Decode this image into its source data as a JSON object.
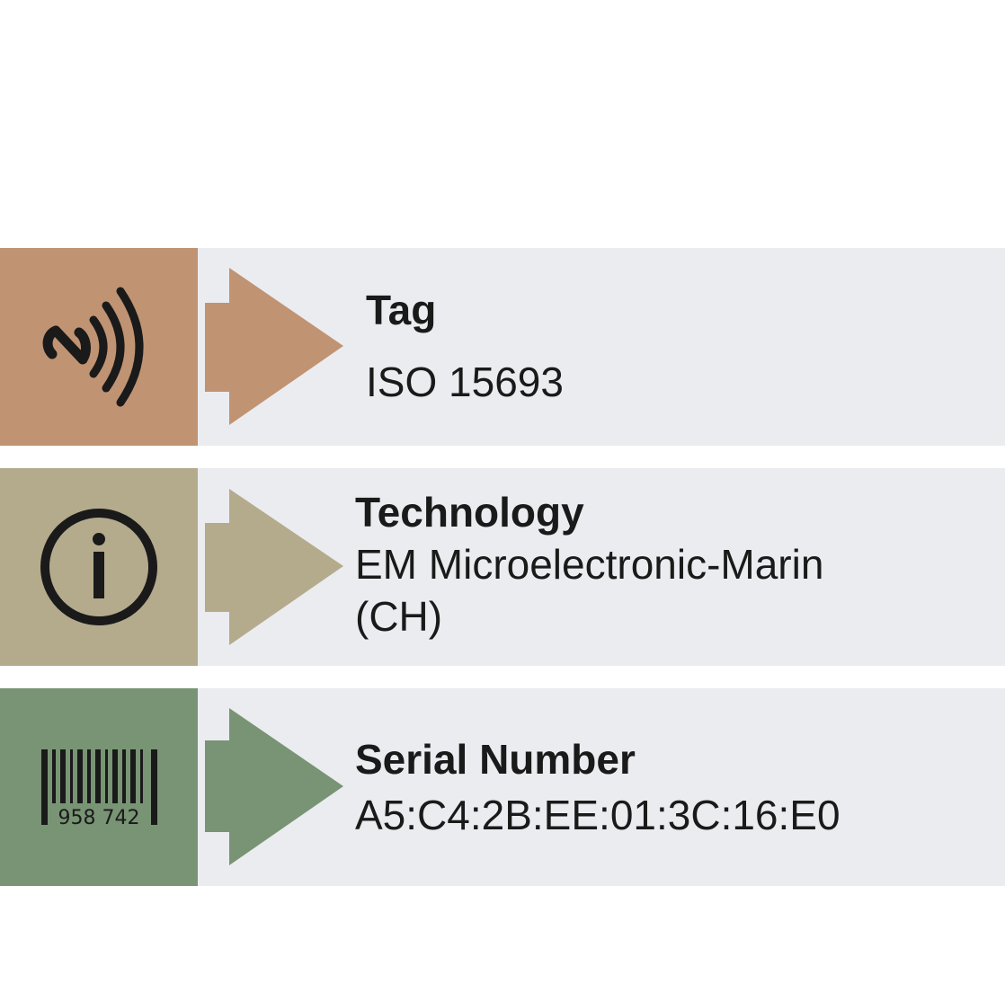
{
  "rows": [
    {
      "label": "Tag",
      "value": "ISO 15693",
      "icon": "nfc-icon",
      "color": "#c09373"
    },
    {
      "label": "Technology",
      "value_line1": "EM Microelectronic-Marin",
      "value_line2": "(CH)",
      "icon": "info-icon",
      "color": "#b3ab8c"
    },
    {
      "label": "Serial Number",
      "value": "A5:C4:2B:EE:01:3C:16:E0",
      "icon": "barcode-icon",
      "barcode_number": "958 742",
      "color": "#789474"
    }
  ],
  "colors": {
    "row_background": "#ebecf0",
    "icon_ink": "#1a1a1a",
    "page_background": "#ffffff"
  }
}
